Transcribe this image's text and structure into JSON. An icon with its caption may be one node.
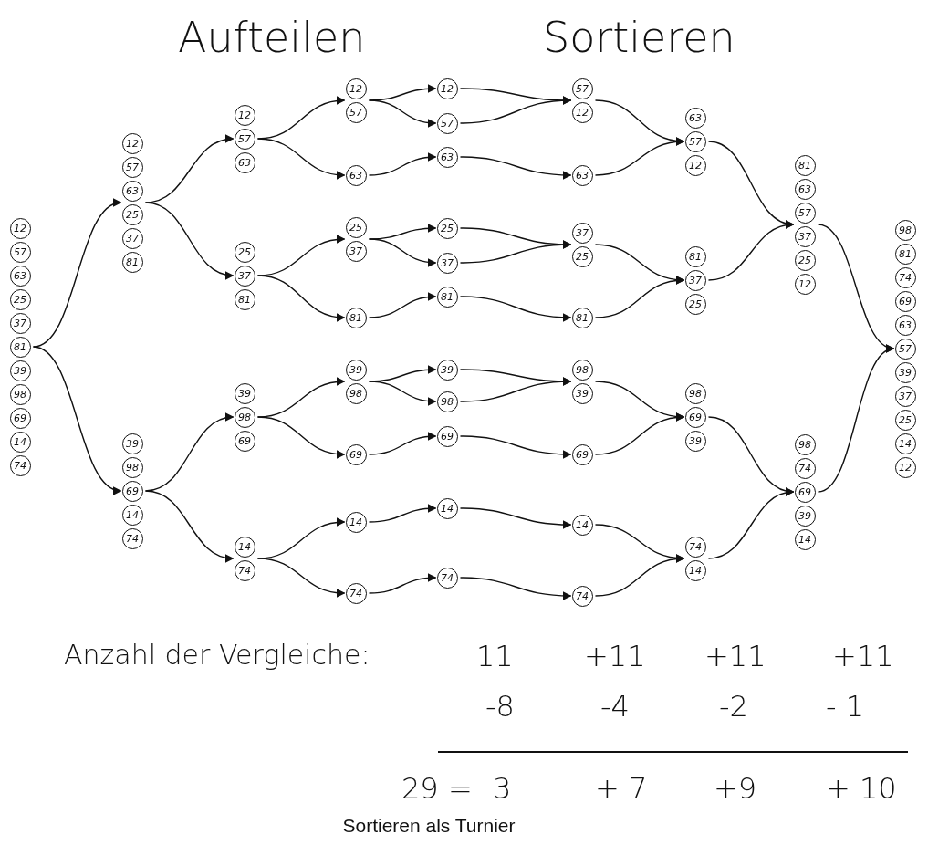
{
  "diagram": {
    "caption": "Sortieren als Turnier",
    "nodes": [
      {
        "text": [
          "12",
          "57",
          "63",
          "25",
          "37",
          "81",
          "39",
          "98",
          "69",
          "14",
          "74"
        ]
      },
      {
        "text": [
          "12",
          "57",
          "63",
          "25",
          "37",
          "81"
        ]
      },
      {
        "text": [
          "39",
          "98",
          "69",
          "14",
          "74"
        ]
      },
      {
        "text": [
          "12",
          "57",
          "63"
        ]
      },
      {
        "text": [
          "25",
          "37",
          "81"
        ]
      },
      {
        "text": [
          "39",
          "98",
          "69"
        ]
      },
      {
        "text": [
          "14",
          "74"
        ]
      },
      {
        "text": [
          "12",
          "57"
        ]
      },
      {
        "text": [
          "63"
        ]
      },
      {
        "text": [
          "25",
          "37"
        ]
      },
      {
        "text": [
          "81"
        ]
      },
      {
        "text": [
          "39",
          "98"
        ]
      },
      {
        "text": [
          "69"
        ]
      },
      {
        "text": [
          "14"
        ]
      },
      {
        "text": [
          "74"
        ]
      },
      {
        "text": [
          "12"
        ]
      },
      {
        "text": [
          "57"
        ]
      },
      {
        "text": [
          "63"
        ]
      },
      {
        "text": [
          "25"
        ]
      },
      {
        "text": [
          "37"
        ]
      },
      {
        "text": [
          "81"
        ]
      },
      {
        "text": [
          "39"
        ]
      },
      {
        "text": [
          "98"
        ]
      },
      {
        "text": [
          "69"
        ]
      },
      {
        "text": [
          "14"
        ]
      },
      {
        "text": [
          "74"
        ]
      },
      {
        "text": [
          "57",
          "12"
        ]
      },
      {
        "text": [
          "63"
        ]
      },
      {
        "text": [
          "37",
          "25"
        ]
      },
      {
        "text": [
          "81"
        ]
      },
      {
        "text": [
          "98",
          "39"
        ]
      },
      {
        "text": [
          "69"
        ]
      },
      {
        "text": [
          "14"
        ]
      },
      {
        "text": [
          "74"
        ]
      },
      {
        "text": [
          "63",
          "57",
          "12"
        ]
      },
      {
        "text": [
          "81",
          "37",
          "25"
        ]
      },
      {
        "text": [
          "98",
          "69",
          "39"
        ]
      },
      {
        "text": [
          "74",
          "14"
        ]
      },
      {
        "text": [
          "81",
          "63",
          "57",
          "37",
          "25",
          "12"
        ]
      },
      {
        "text": [
          "98",
          "74",
          "69",
          "39",
          "14"
        ]
      },
      {
        "text": [
          "98",
          "81",
          "74",
          "69",
          "63",
          "57",
          "39",
          "37",
          "25",
          "14",
          "12"
        ]
      }
    ],
    "edges": [
      {
        "from": 0,
        "to": 1,
        "arrow": "to"
      },
      {
        "from": 0,
        "to": 2,
        "arrow": "to"
      },
      {
        "from": 1,
        "to": 3,
        "arrow": "to"
      },
      {
        "from": 1,
        "to": 4,
        "arrow": "to"
      },
      {
        "from": 2,
        "to": 5,
        "arrow": "to"
      },
      {
        "from": 2,
        "to": 6,
        "arrow": "to"
      },
      {
        "from": 3,
        "to": 7,
        "arrow": "to"
      },
      {
        "from": 3,
        "to": 8,
        "arrow": "to"
      },
      {
        "from": 4,
        "to": 9,
        "arrow": "to"
      },
      {
        "from": 4,
        "to": 10,
        "arrow": "to"
      },
      {
        "from": 5,
        "to": 11,
        "arrow": "to"
      },
      {
        "from": 5,
        "to": 12,
        "arrow": "to"
      },
      {
        "from": 6,
        "to": 13,
        "arrow": "to"
      },
      {
        "from": 6,
        "to": 14,
        "arrow": "to"
      },
      {
        "from": 7,
        "to": 15,
        "arrow": "to"
      },
      {
        "from": 7,
        "to": 16,
        "arrow": "to"
      },
      {
        "from": 8,
        "to": 17,
        "arrow": "to"
      },
      {
        "from": 9,
        "to": 18,
        "arrow": "to"
      },
      {
        "from": 9,
        "to": 19,
        "arrow": "to"
      },
      {
        "from": 10,
        "to": 20,
        "arrow": "to"
      },
      {
        "from": 11,
        "to": 21,
        "arrow": "to"
      },
      {
        "from": 11,
        "to": 22,
        "arrow": "to"
      },
      {
        "from": 12,
        "to": 23,
        "arrow": "to"
      },
      {
        "from": 13,
        "to": 24,
        "arrow": "to"
      },
      {
        "from": 14,
        "to": 25,
        "arrow": "to"
      },
      {
        "from": 15,
        "to": 26,
        "arrow": "to"
      },
      {
        "from": 16,
        "to": 26,
        "arrow": "to"
      },
      {
        "from": 17,
        "to": 27,
        "arrow": "to"
      },
      {
        "from": 18,
        "to": 28,
        "arrow": "to"
      },
      {
        "from": 19,
        "to": 28,
        "arrow": "to"
      },
      {
        "from": 20,
        "to": 29,
        "arrow": "to"
      },
      {
        "from": 21,
        "to": 30,
        "arrow": "to"
      },
      {
        "from": 22,
        "to": 30,
        "arrow": "to"
      },
      {
        "from": 23,
        "to": 31,
        "arrow": "to"
      },
      {
        "from": 24,
        "to": 32,
        "arrow": "to"
      },
      {
        "from": 25,
        "to": 33,
        "arrow": "to"
      },
      {
        "from": 26,
        "to": 34,
        "arrow": "to"
      },
      {
        "from": 27,
        "to": 34,
        "arrow": "to"
      },
      {
        "from": 28,
        "to": 35,
        "arrow": "to"
      },
      {
        "from": 29,
        "to": 35,
        "arrow": "to"
      },
      {
        "from": 30,
        "to": 36,
        "arrow": "to"
      },
      {
        "from": 31,
        "to": 36,
        "arrow": "to"
      },
      {
        "from": 32,
        "to": 37,
        "arrow": "to"
      },
      {
        "from": 33,
        "to": 37,
        "arrow": "to"
      },
      {
        "from": 34,
        "to": 38,
        "arrow": "to"
      },
      {
        "from": 35,
        "to": 38,
        "arrow": "to"
      },
      {
        "from": 36,
        "to": 39,
        "arrow": "to"
      },
      {
        "from": 37,
        "to": 39,
        "arrow": "to"
      },
      {
        "from": 38,
        "to": 40,
        "arrow": "to"
      },
      {
        "from": 39,
        "to": 40,
        "arrow": "to"
      }
    ],
    "labels": [
      "Aufteilen",
      "Sortieren",
      "Anzahl der Vergleiche:",
      "11",
      "+11",
      "+11",
      "+11",
      "-8",
      "-4",
      "-2",
      "- 1",
      "29 =",
      "3",
      "+ 7",
      "+9",
      "+ 10"
    ]
  }
}
